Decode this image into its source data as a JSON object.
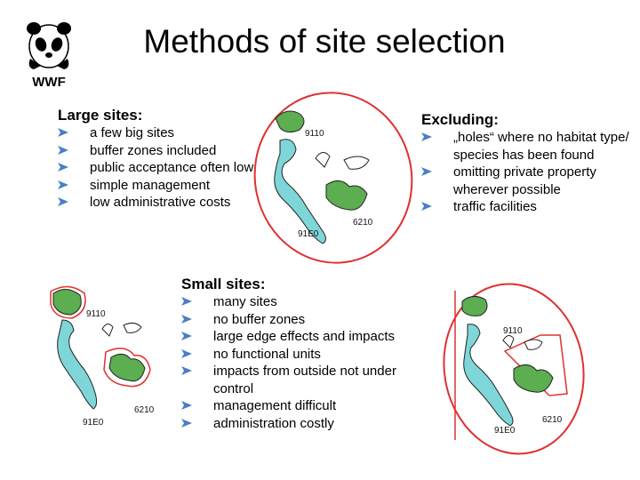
{
  "logo": {
    "text": "WWF"
  },
  "title": "Methods of site selection",
  "large": {
    "heading": "Large sites:",
    "items": [
      "a few big sites",
      "buffer zones included",
      "public acceptance often low",
      "simple management",
      "low administrative costs"
    ]
  },
  "excluding": {
    "heading": "Excluding:",
    "items": [
      "„holes“ where no habitat type/ species has been found",
      "omitting private property wherever possible",
      "traffic facilities"
    ]
  },
  "small": {
    "heading": "Small sites:",
    "items": [
      "many sites",
      "no buffer zones",
      "large edge effects and impacts",
      "no functional units",
      "impacts from outside not under control",
      "management difficult",
      "administration costly"
    ]
  },
  "map_labels": {
    "code_a": "9110",
    "code_b": "6210",
    "code_c": "91E0"
  },
  "colors": {
    "green_patch": "#5cae50",
    "blue_patch": "#7fd6d8",
    "site_boundary": "#e03030",
    "bullet": "#4a7ec3"
  },
  "icons": {
    "bullet": "blue-arrow-bullet-icon",
    "logo": "panda-icon"
  }
}
